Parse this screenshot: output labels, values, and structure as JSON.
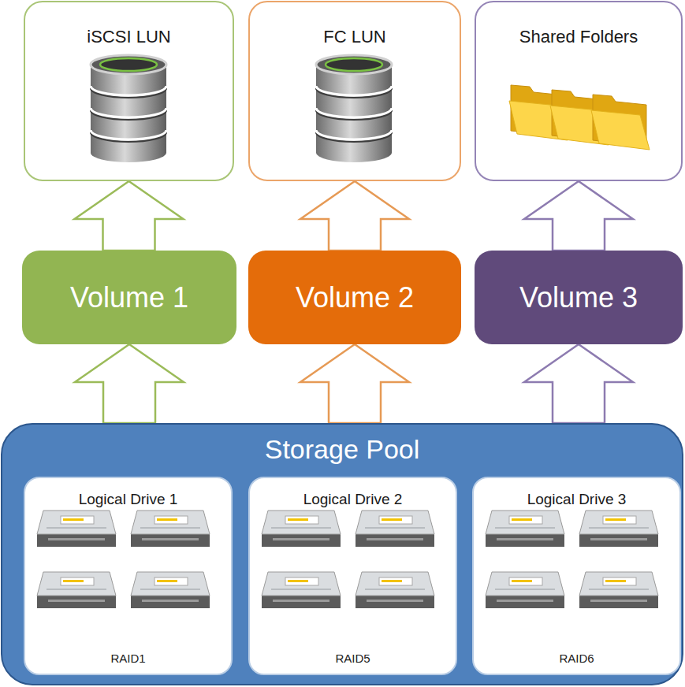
{
  "diagram": {
    "nodes": [
      {
        "text": [
          "iSCSI LUN"
        ]
      },
      {
        "text": [
          "FC LUN"
        ]
      },
      {
        "text": [
          "Shared Folders"
        ]
      },
      {
        "text": [
          "Volume 1"
        ]
      },
      {
        "text": [
          "Volume 2"
        ]
      },
      {
        "text": [
          "Volume 3"
        ]
      },
      {
        "text": [
          "Storage Pool"
        ]
      },
      {
        "text": [
          "Logical Drive 1",
          "RAID1"
        ],
        "in": 6
      },
      {
        "text": [
          "Logical Drive 2",
          "RAID5"
        ],
        "in": 6
      },
      {
        "text": [
          "Logical Drive 3",
          "RAID6"
        ],
        "in": 6
      }
    ],
    "edges": [
      {
        "from": 3,
        "to": 0,
        "arrow": "to"
      },
      {
        "from": 4,
        "to": 1,
        "arrow": "to"
      },
      {
        "from": 5,
        "to": 2,
        "arrow": "to"
      },
      {
        "from": 6,
        "to": 3,
        "arrow": "to"
      },
      {
        "from": 6,
        "to": 4,
        "arrow": "to"
      },
      {
        "from": 6,
        "to": 5,
        "arrow": "to"
      }
    ]
  }
}
